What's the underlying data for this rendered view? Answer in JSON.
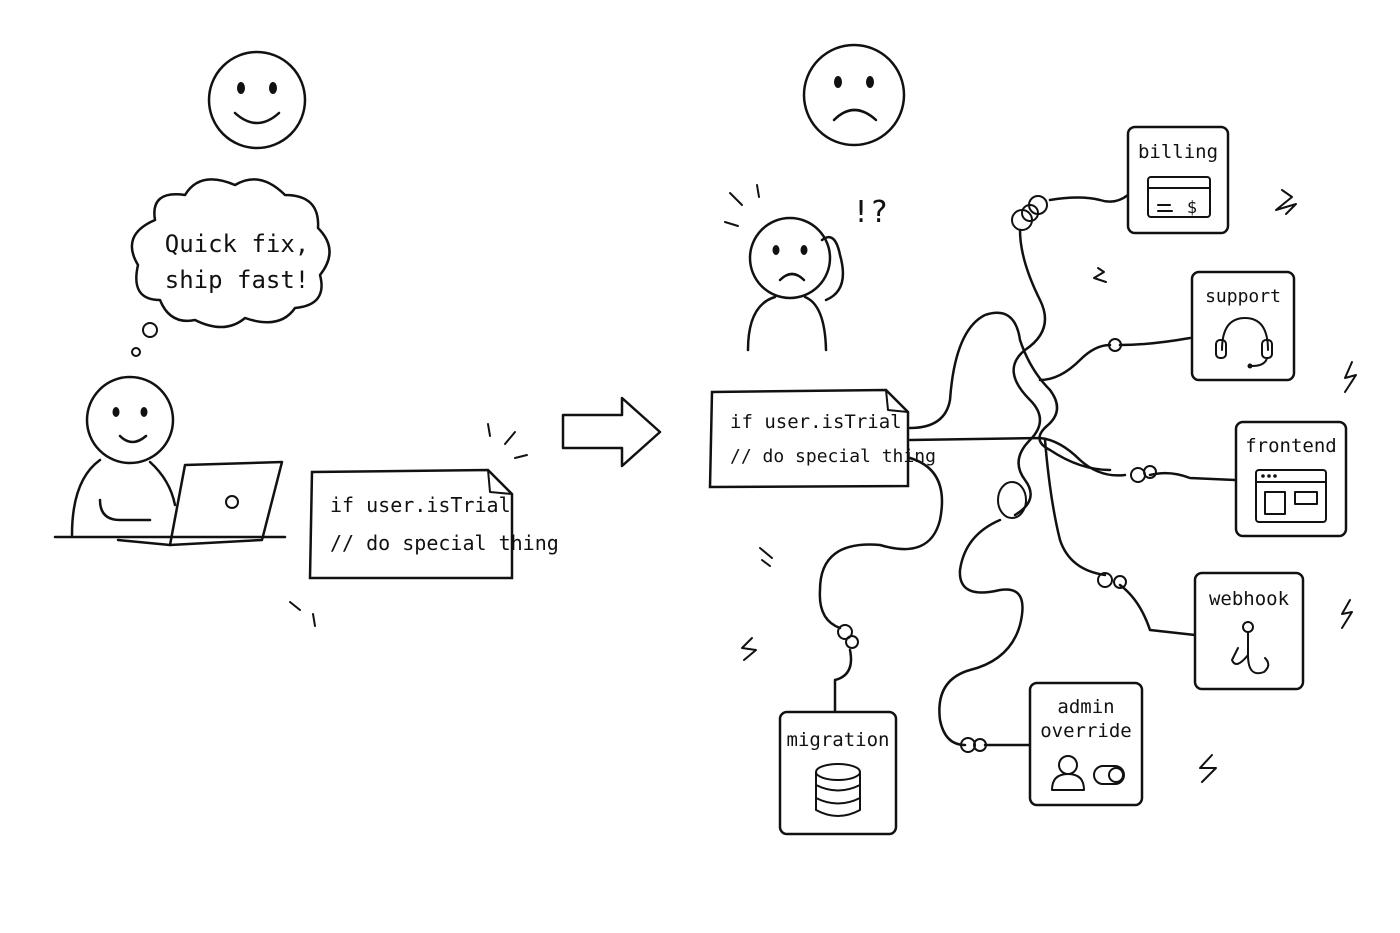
{
  "left_scene": {
    "thought_bubble": {
      "line1": "Quick fix,",
      "line2": "ship fast!"
    },
    "code_note": {
      "line1": "if user.isTrial",
      "line2": "// do special thing"
    }
  },
  "right_scene": {
    "confused_mark": "!?",
    "code_note": {
      "line1": "if user.isTrial",
      "line2": "// do special thing"
    },
    "systems": [
      {
        "label": "billing",
        "icon": "credit-card-icon"
      },
      {
        "label": "support",
        "icon": "headset-icon"
      },
      {
        "label": "frontend",
        "icon": "browser-window-icon"
      },
      {
        "label": "webhook",
        "icon": "hook-icon"
      },
      {
        "label_line1": "admin",
        "label_line2": "override",
        "icon": "user-toggle-icon"
      },
      {
        "label": "migration",
        "icon": "database-icon"
      }
    ],
    "billing_icon_symbol": "$"
  }
}
